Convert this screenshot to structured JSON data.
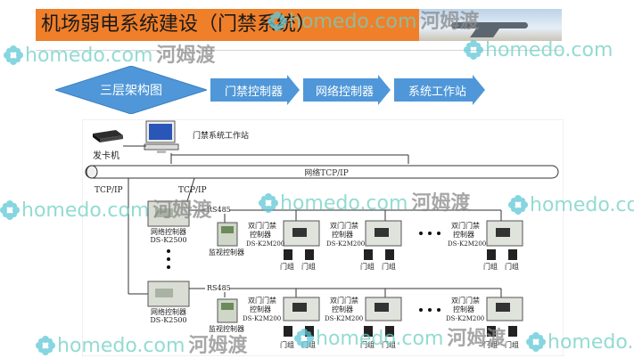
{
  "title": "机场弱电系统建设（门禁系统）",
  "watermark": {
    "en": "homedo.com",
    "cn": "河姆渡"
  },
  "flow": {
    "start": "三层架构图",
    "steps": [
      "门禁控制器",
      "网络控制器",
      "系统工作站"
    ]
  },
  "colors": {
    "title_bar": "#f07f2a",
    "arrow": "#4f97d8",
    "watermark": "#6fd0c4"
  },
  "diagram": {
    "card_issuer": "发卡机",
    "workstation": "门禁系统工作站",
    "network": "网络TCP/IP",
    "tcpip_left": "TCP/IP",
    "tcpip_center": "TCP/IP",
    "net_ctrl_top": [
      "网络控制器",
      "DS-K2500"
    ],
    "net_ctrl_bottom": [
      "网络控制器",
      "DS-K2500"
    ],
    "rs485": "RS485",
    "monitor_ctrl_top": "监视控制器",
    "monitor_ctrl_bottom": "监视控制器",
    "door_ctrl_top": [
      [
        "双门门禁",
        "控制器",
        "DS-K2M200"
      ],
      [
        "双门门禁",
        "控制器",
        "DS-K2M200"
      ],
      [
        "双门门禁",
        "控制器",
        "DS-K2M200"
      ]
    ],
    "door_ctrl_bottom": [
      [
        "双门门禁",
        "控制器",
        "DS-K2M200"
      ],
      [
        "双门门禁",
        "控制器",
        "DS-K2M200"
      ],
      [
        "双门门禁",
        "控制器",
        "DS-K2M200"
      ]
    ],
    "door_group": "门组"
  }
}
